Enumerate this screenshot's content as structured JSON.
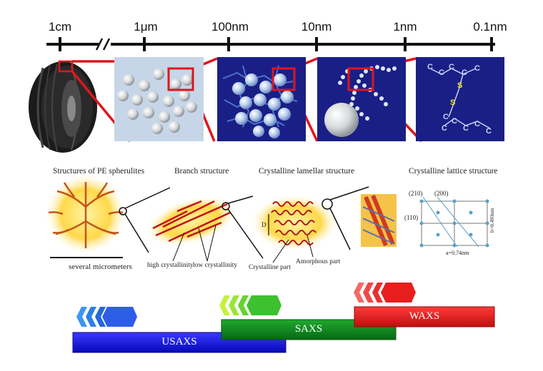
{
  "scale": {
    "labels": [
      "1cm",
      "1μm",
      "100nm",
      "10nm",
      "1nm",
      "0.1nm"
    ]
  },
  "panels": {
    "sulfur_chain": {
      "carbon": "C",
      "sulfur": "S"
    }
  },
  "structures": {
    "spherulite": {
      "title": "Structures of PE spherulites",
      "caption": "several micrometers"
    },
    "branch": {
      "title": "Branch structure",
      "high": "high crystallinity",
      "low": "low crystallinity"
    },
    "lamellar": {
      "title": "Crystalline lamellar structure",
      "crystalline": "Crystalline part",
      "amorphous": "Amorphous part",
      "d_label": "D"
    },
    "lattice": {
      "title": "Crystalline lattice structure",
      "idx210": "(210)",
      "idx200": "(200)",
      "idx110": "(110)",
      "a_label": "a=0.74nm",
      "b_label": "b=0.493nm"
    }
  },
  "bands": {
    "usaxs": {
      "label": "USAXS",
      "color": "#1010e6"
    },
    "saxs": {
      "label": "SAXS",
      "color": "#0c8a1c"
    },
    "waxs": {
      "label": "WAXS",
      "color": "#e21a1a"
    }
  },
  "colors": {
    "accent_red": "#e0161d",
    "panel_blue": "#1a1f86"
  }
}
